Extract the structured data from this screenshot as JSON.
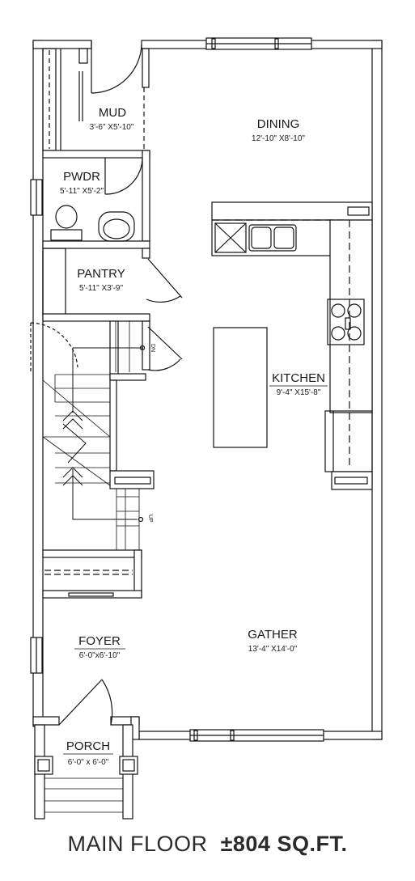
{
  "rooms": {
    "mud": {
      "name": "MUD",
      "dims": "3'-6\" X5'-10\""
    },
    "dining": {
      "name": "DINING",
      "dims": "12'-10\" X8'-10\""
    },
    "pwdr": {
      "name": "PWDR",
      "dims": "5'-11\" X5'-2\""
    },
    "pantry": {
      "name": "PANTRY",
      "dims": "5'-11\" X3'-9\""
    },
    "kitchen": {
      "name": "KITCHEN",
      "dims": "9'-4\" X15'-8\""
    },
    "foyer": {
      "name": "FOYER",
      "dims": "6'-0\"x6'-10\""
    },
    "gather": {
      "name": "GATHER",
      "dims": "13'-4\" X14'-0\""
    },
    "porch": {
      "name": "PORCH",
      "dims": "6'-0\" x 6'-0\""
    }
  },
  "stairs": {
    "down_label": "DN",
    "up_label": "UP"
  },
  "caption": {
    "title": "MAIN FLOOR",
    "area": "±804 SQ.FT."
  },
  "colors": {
    "wall": "#111111",
    "ink": "#1a1a1a",
    "caption": "#2b2b2b"
  }
}
